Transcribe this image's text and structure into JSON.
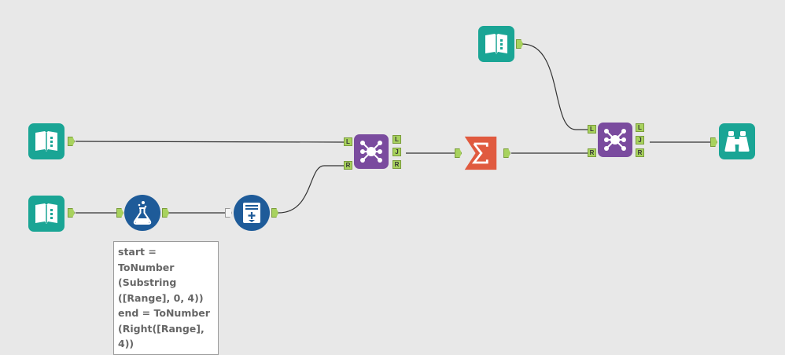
{
  "workflow": {
    "connections": [
      {
        "from": "input-tool-1",
        "to": "join-tool-1-L"
      },
      {
        "from": "input-tool-2",
        "to": "formula-tool"
      },
      {
        "from": "formula-tool",
        "to": "generate-rows-tool"
      },
      {
        "from": "generate-rows-tool",
        "to": "join-tool-1-R"
      },
      {
        "from": "join-tool-1-J",
        "to": "summarize-tool"
      },
      {
        "from": "summarize-tool",
        "to": "join-tool-2-R"
      },
      {
        "from": "input-tool-3",
        "to": "join-tool-2-L"
      },
      {
        "from": "join-tool-2-J",
        "to": "browse-tool"
      }
    ],
    "tools": {
      "input_icon": "book-input-icon",
      "join_icon": "join-network-icon",
      "formula_icon": "flask-icon",
      "generate_rows_icon": "generate-rows-icon",
      "summarize_icon": "sigma-icon",
      "browse_icon": "binoculars-icon"
    },
    "join_anchor_labels": {
      "left": "L",
      "join": "J",
      "right": "R"
    },
    "annotation": {
      "text": "start = ToNumber\n(Substring\n([Range], 0, 4))\nend = ToNumber\n(Right([Range],\n4))"
    }
  },
  "colors": {
    "canvas": "#e8e8e8",
    "input_tool": "#1aa595",
    "join_tool": "#7a4b9e",
    "formula_tool": "#1e5b99",
    "summarize_tool": "#e05a3f",
    "anchor": "#a8d25e",
    "connector": "#333333"
  }
}
